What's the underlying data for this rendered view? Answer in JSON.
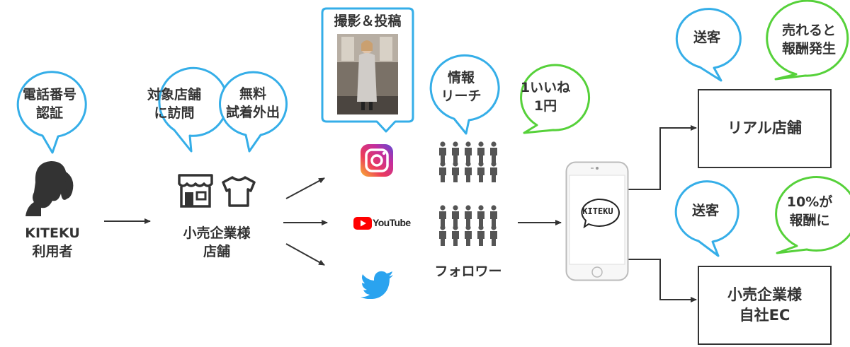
{
  "colors": {
    "blue": "#35aee8",
    "green": "#56d13a",
    "line": "#333333",
    "person": "#555555"
  },
  "bubbles": {
    "phone_auth": "電話番号\n認証",
    "visit_store": "対象店舗\nに訪問",
    "free_try": "無料\n試着外出",
    "photo_post": "撮影＆投稿",
    "reach": "情報\nリーチ",
    "per_like": "1いいね\n1円",
    "send_customer_1": "送客",
    "sell_reward": "売れると\n報酬発生",
    "send_customer_2": "送客",
    "percent_reward": "10%が\n報酬に"
  },
  "labels": {
    "user": "KITEKU\n利用者",
    "retailer": "小売企業様\n店舗",
    "followers": "フォロワー",
    "youtube": "YouTube",
    "app_logo": "KITEKU"
  },
  "boxes": {
    "real_store": "リアル店舗",
    "own_ec": "小売企業様\n自社EC"
  },
  "icons": [
    "woman-silhouette-icon",
    "store-icon",
    "tshirt-icon",
    "instagram-icon",
    "youtube-icon",
    "twitter-icon",
    "followers-icon",
    "smartphone-icon"
  ]
}
